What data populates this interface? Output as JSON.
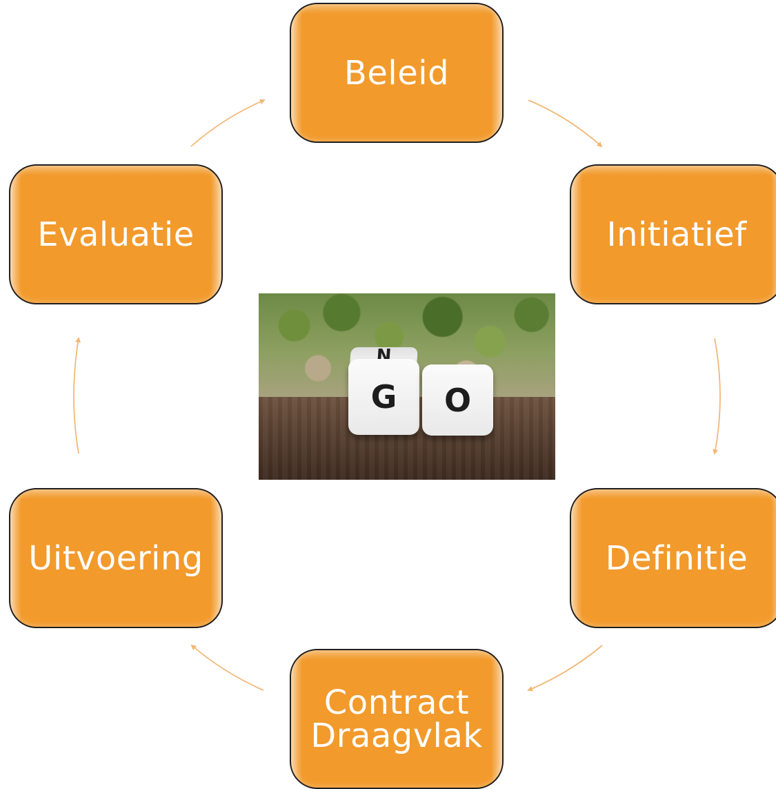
{
  "diagram": {
    "nodes": [
      {
        "id": "beleid",
        "label": "Beleid"
      },
      {
        "id": "initiatief",
        "label": "Initiatief"
      },
      {
        "id": "definitie",
        "label": "Definitie"
      },
      {
        "id": "contract",
        "label": "Contract\nDraagvlak"
      },
      {
        "id": "uitvoering",
        "label": "Uitvoering"
      },
      {
        "id": "evaluatie",
        "label": "Evaluatie"
      }
    ],
    "flow": "clockwise cycle",
    "center_image": {
      "description": "two dice showing GO / NO on a wooden table with foliage background",
      "die_left_face": "G",
      "die_left_top": "N",
      "die_right_face": "O"
    },
    "colors": {
      "node_fill": "#f29a2c",
      "node_border": "#1f1f1f",
      "node_text": "#ffffff",
      "arrow": "#f2b877"
    }
  }
}
